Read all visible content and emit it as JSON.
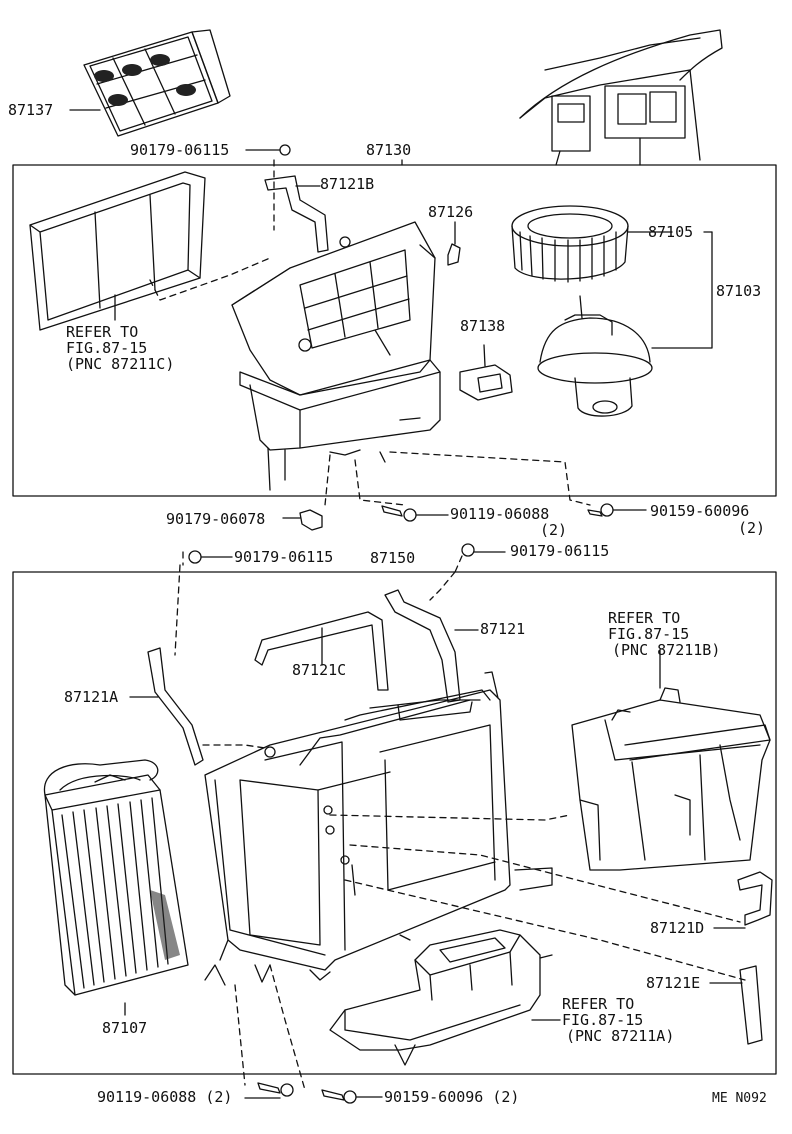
{
  "labels": {
    "p87137": "87137",
    "p90179_06115_a": "90179-06115",
    "p87130": "87130",
    "p87121b": "87121B",
    "p87126": "87126",
    "p87105": "87105",
    "p87103": "87103",
    "p87138": "87138",
    "refer1_l1": "REFER TO",
    "refer1_l2": "FIG.87-15",
    "refer1_l3": "(PNC 87211C)",
    "p90179_06078": "90179-06078",
    "p90119_06088_a": "90119-06088",
    "p90119_06088_a_qty": "(2)",
    "p90159_60096_a": "90159-60096",
    "p90159_60096_a_qty": "(2)",
    "p90179_06115_b": "90179-06115",
    "p87150": "87150",
    "p90179_06115_c": "90179-06115",
    "p87121": "87121",
    "refer2_l1": "REFER TO",
    "refer2_l2": "FIG.87-15",
    "refer2_l3": "(PNC 87211B)",
    "p87121c": "87121C",
    "p87121a": "87121A",
    "p87121d": "87121D",
    "p87121e": "87121E",
    "refer3_l1": "REFER TO",
    "refer3_l2": "FIG.87-15",
    "refer3_l3": "(PNC 87211A)",
    "p87107": "87107",
    "p90119_06088_b": "90119-06088 (2)",
    "p90159_60096_b": "90159-60096 (2)",
    "code": "ME N092"
  },
  "colors": {
    "ink": "#111111",
    "paper": "#ffffff"
  }
}
